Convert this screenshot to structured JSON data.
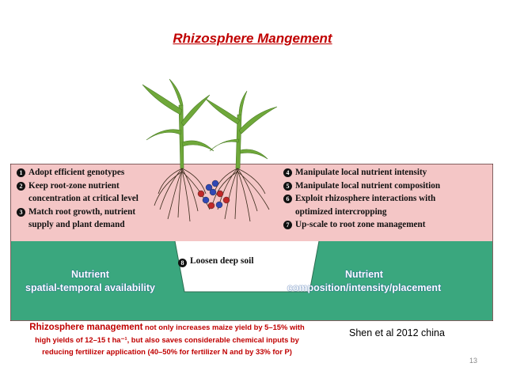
{
  "title": "Rhizosphere Mangement",
  "left_items": [
    {
      "num": "1",
      "lines": [
        "Adopt efficient genotypes"
      ]
    },
    {
      "num": "2",
      "lines": [
        "Keep root-zone nutrient",
        "concentration at critical level"
      ]
    },
    {
      "num": "3",
      "lines": [
        "Match root growth, nutrient",
        "supply and plant demand"
      ]
    }
  ],
  "right_items": [
    {
      "num": "4",
      "lines": [
        "Manipulate local nutrient intensity"
      ]
    },
    {
      "num": "5",
      "lines": [
        "Manipulate local nutrient composition"
      ]
    },
    {
      "num": "6",
      "lines": [
        "Exploit rhizosphere interactions with",
        "optimized intercropping"
      ]
    },
    {
      "num": "7",
      "lines": [
        "Up-scale to root zone management"
      ]
    }
  ],
  "loosen": {
    "num": "8",
    "text": "Loosen deep soil"
  },
  "nutrient_left": {
    "line1": "Nutrient",
    "line2": "spatial-temporal availability"
  },
  "nutrient_right": {
    "line1": "Nutrient",
    "line2": "composition/intensity/placement"
  },
  "bottom_text": {
    "lead": "Rhizosphere  management",
    "line1_rest": " not only increases maize yield by  5–15% with",
    "line2": "high yields of 12–15 t ha⁻¹, but also saves considerable chemical inputs by",
    "line3": "reducing fertilizer  application (40–50%  for fertilizer N and by 33% for P)"
  },
  "citation": "Shen et al 2012 china",
  "page_number": "13",
  "colors": {
    "title": "#c00000",
    "pink_zone": "#f4c6c6",
    "green_zone": "#3aa77e",
    "nutrient_text": "#ffffff",
    "root": "#3a2a1a",
    "leaf": "#6fa83a",
    "granule_blue": "#2f48b4",
    "granule_red": "#c02828"
  }
}
